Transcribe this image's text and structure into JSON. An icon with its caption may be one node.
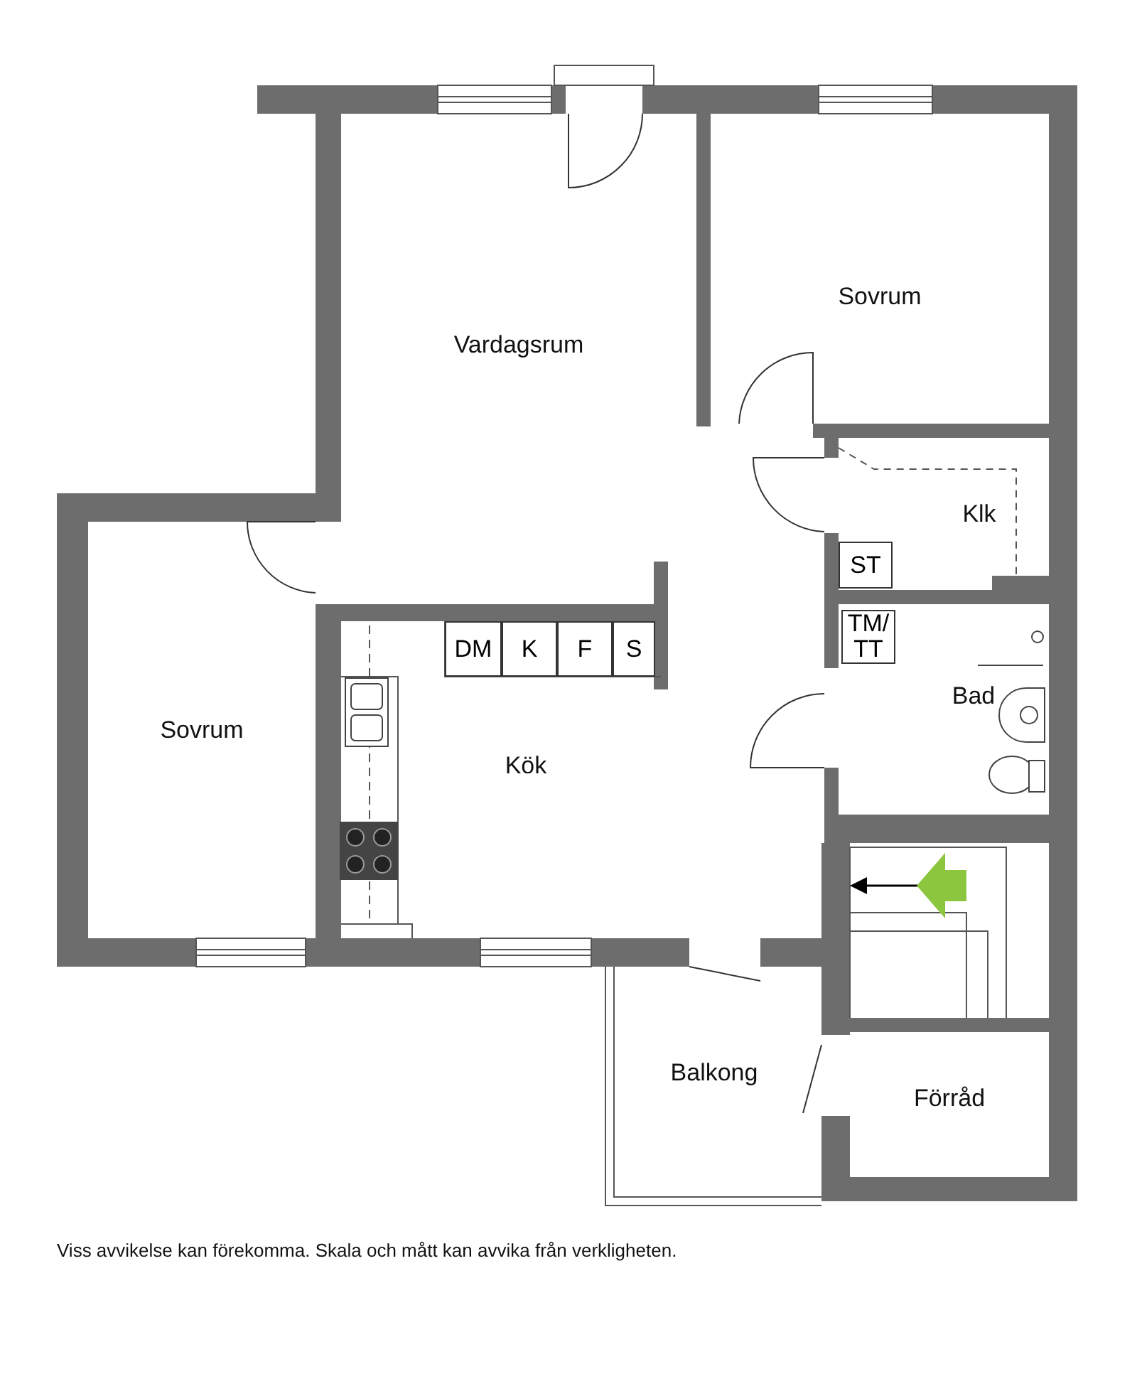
{
  "diagram": {
    "caption": "Viss avvikelse kan förekomma. Skala och mått kan avvika från verkligheten.",
    "nodes": [
      {
        "text": [
          "Vardagsrum"
        ]
      },
      {
        "text": [
          "Sovrum"
        ]
      },
      {
        "text": [
          "Klk"
        ]
      },
      {
        "text": [
          "ST"
        ],
        "in": 2
      },
      {
        "text": [
          "Bad"
        ]
      },
      {
        "text": [
          "TM/ TT"
        ],
        "in": 4
      },
      {
        "text": [
          "Sovrum"
        ]
      },
      {
        "text": [
          "Kök"
        ]
      },
      {
        "text": [
          "DM"
        ],
        "in": 7
      },
      {
        "text": [
          "K"
        ],
        "in": 7
      },
      {
        "text": [
          "F"
        ],
        "in": 7
      },
      {
        "text": [
          "S"
        ],
        "in": 7
      },
      {
        "text": [
          "Balkong"
        ]
      },
      {
        "text": [
          "Förråd"
        ]
      }
    ],
    "edges": []
  }
}
